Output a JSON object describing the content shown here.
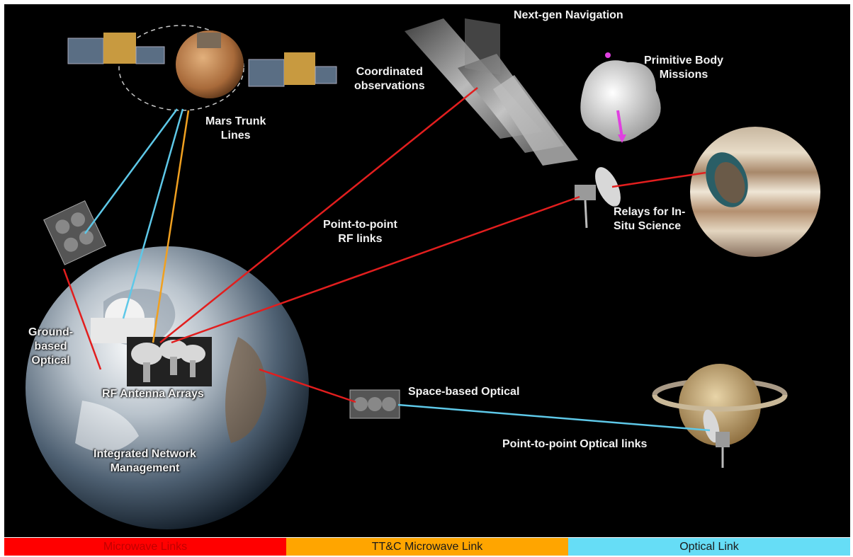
{
  "labels": {
    "next_gen_navigation": "Next-gen Navigation",
    "primitive_body_missions": "Primitive Body\nMissions",
    "coordinated_observations": "Coordinated\nobservations",
    "mars_trunk_lines": "Mars Trunk\nLines",
    "point_to_point_rf_links": "Point-to-point\nRF links",
    "relays_in_situ_science": "Relays for In-\nSitu Science",
    "ground_based_optical": "Ground-\nbased\nOptical",
    "rf_antenna_arrays": "RF Antenna  Arrays",
    "space_based_optical": "Space-based Optical",
    "point_to_point_optical_links": "Point-to-point Optical links",
    "integrated_network_management": "Integrated Network\nManagement"
  },
  "legend": [
    {
      "label": "Microwave Links",
      "bg": "#ff0000",
      "fg": "#c00000"
    },
    {
      "label": "TT&C Microwave Link",
      "bg": "#ffa500",
      "fg": "#1a1a1a"
    },
    {
      "label": "Optical Link",
      "bg": "#66ddf6",
      "fg": "#1a1a1a"
    }
  ],
  "colors": {
    "microwave": "#e21e1e",
    "ttc": "#f0a020",
    "optical": "#5ec8e8",
    "background": "#000000"
  }
}
